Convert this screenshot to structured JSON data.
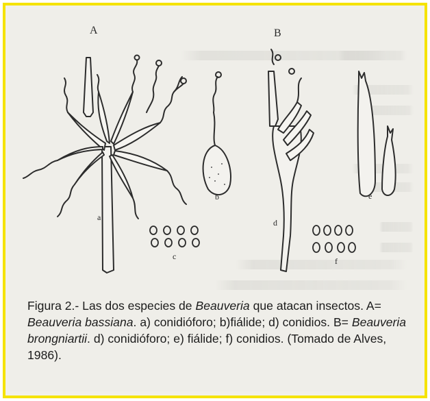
{
  "figure": {
    "label_A": "A",
    "label_B": "B",
    "marks": {
      "a": "a",
      "b": "b",
      "c": "c",
      "d": "d",
      "e": "e",
      "f": "f"
    },
    "caption": {
      "prefix": "Figura 2.- Las dos especies de ",
      "genus": "Beauveria",
      "text1": " que atacan insectos. A= ",
      "species_a": "Beauveria bassiana",
      "text2": ". a) conidióforo; b)fiálide; d) conidios. B= ",
      "species_b": "Beauveria brongniartii",
      "text3": ". d) conidióforo; e) fiálide; f) conidios. (Tomado de Alves, 1986)."
    }
  },
  "colors": {
    "border": "#f5e300",
    "ink": "#2a2a2a",
    "paper": "#efeee9"
  }
}
